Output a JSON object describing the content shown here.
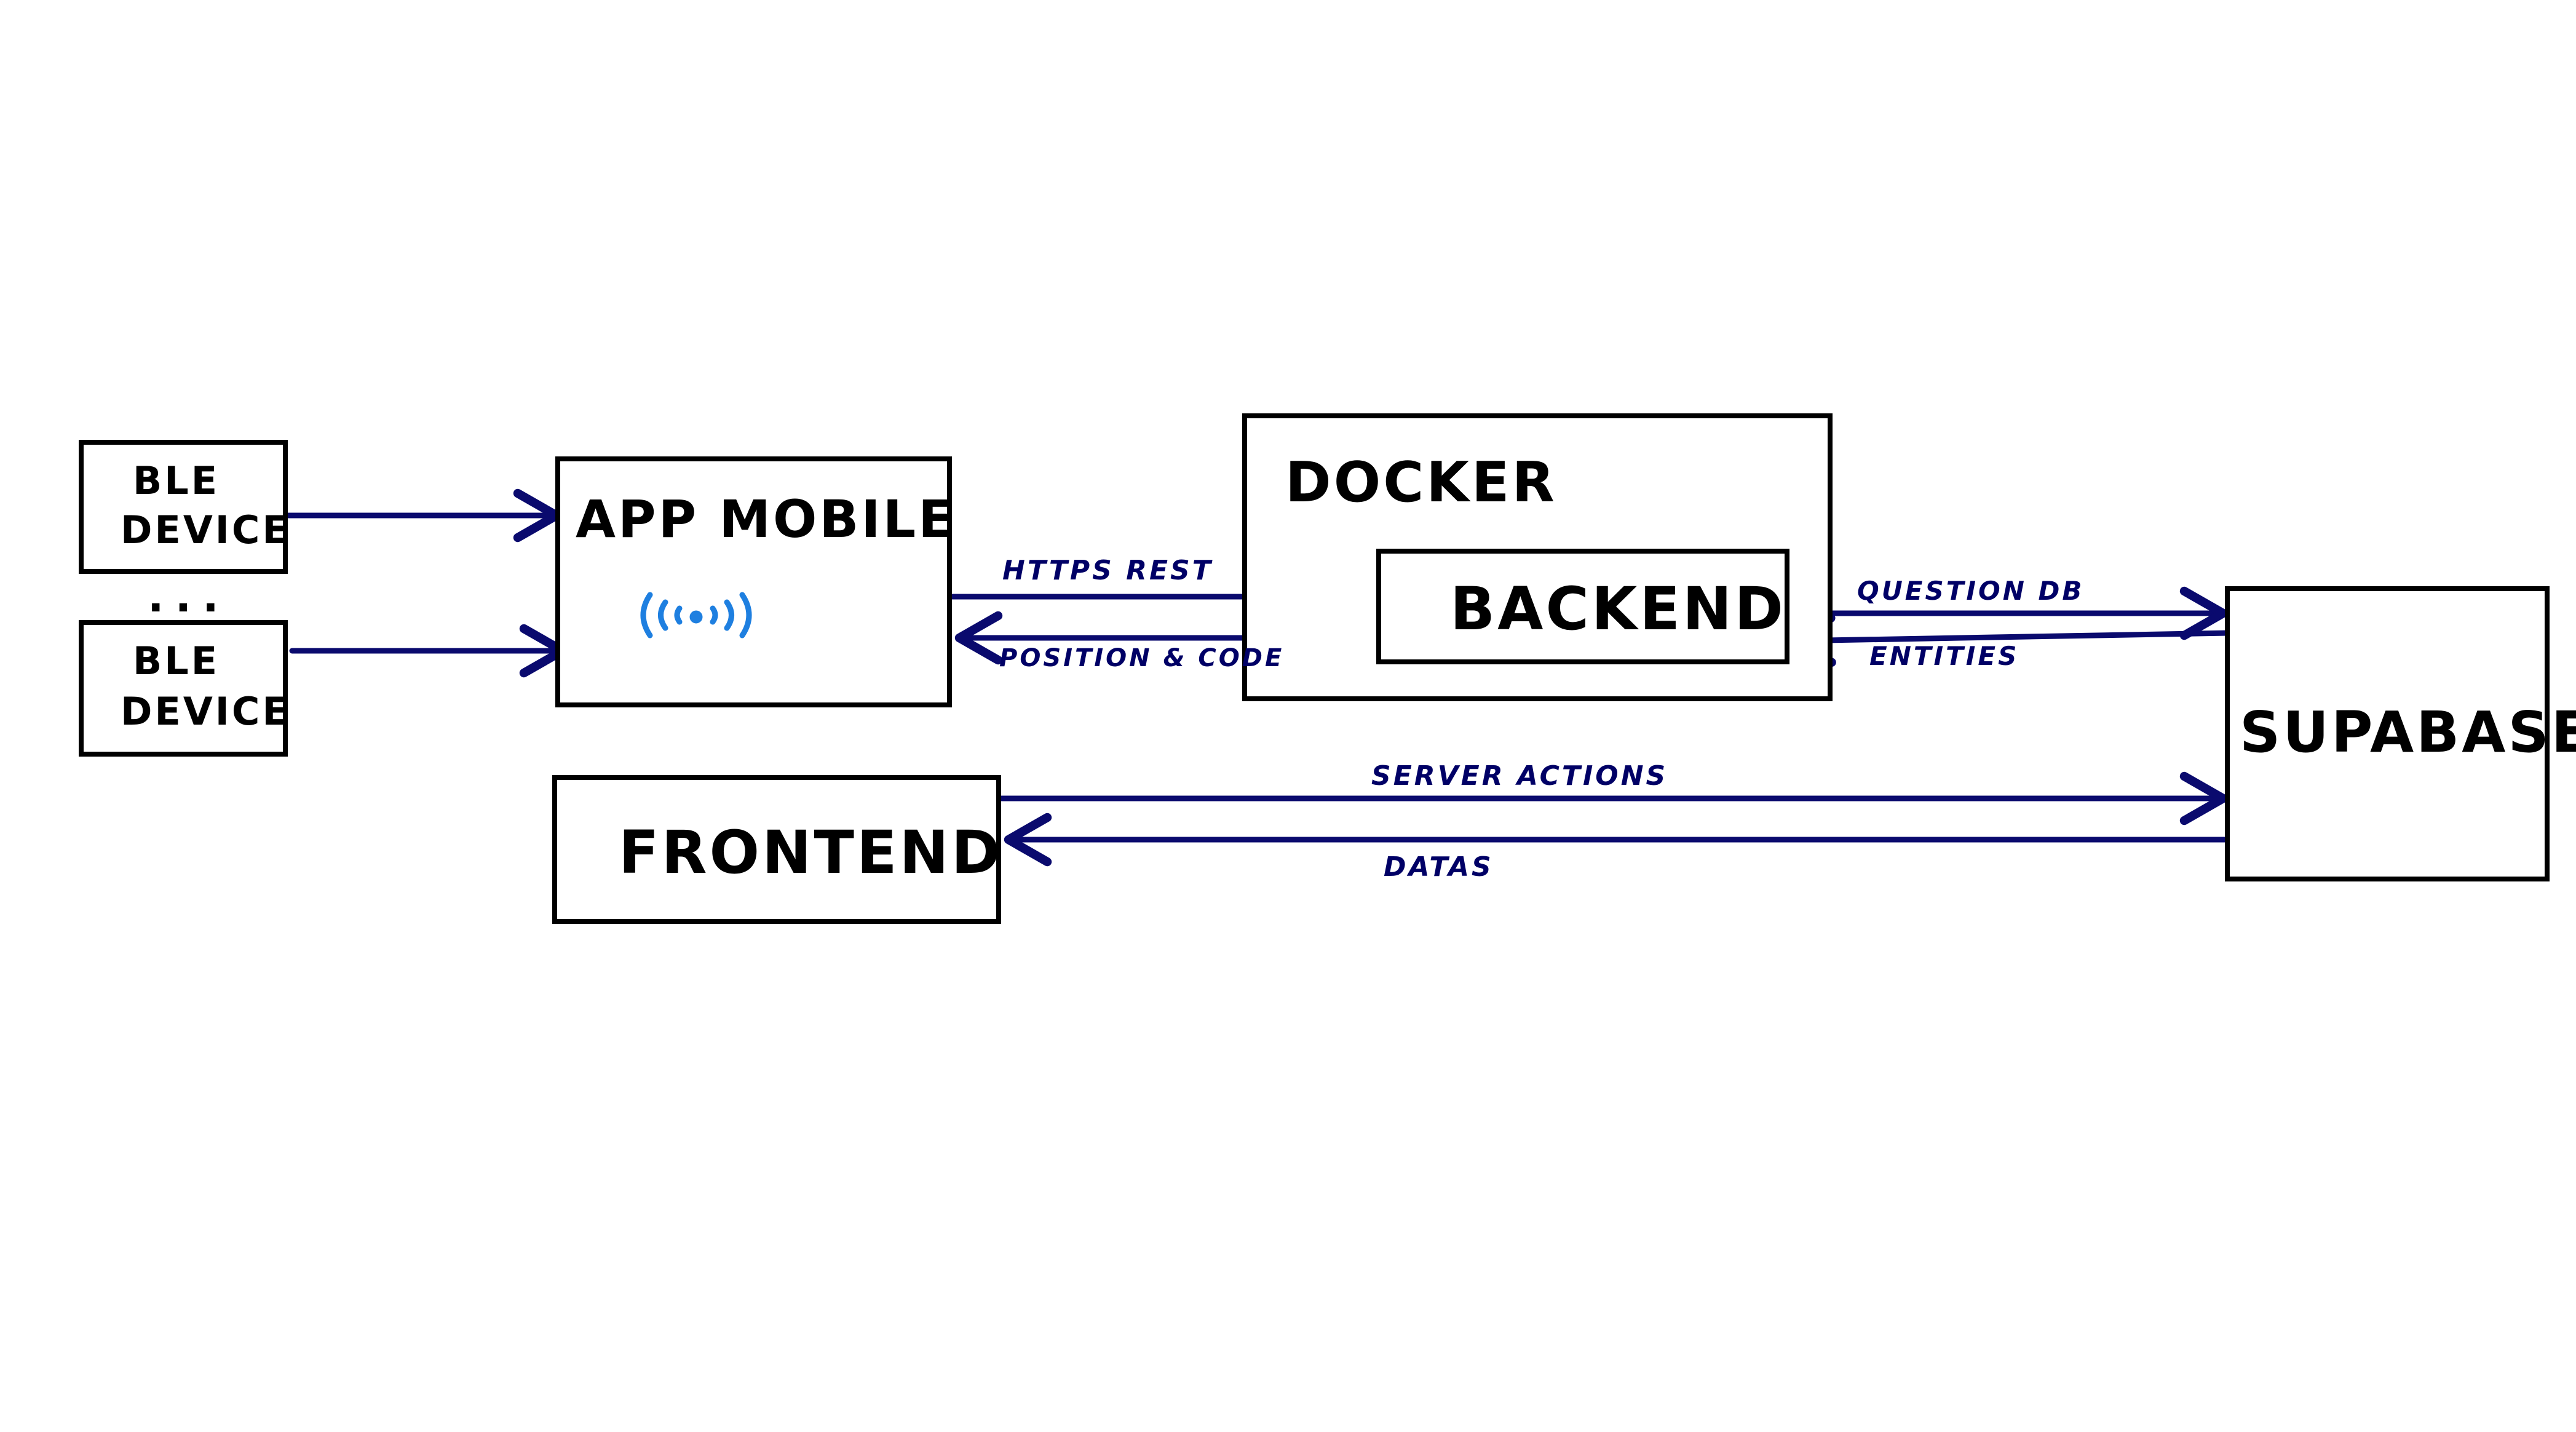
{
  "nodes": {
    "ble_device_1": {
      "line1": "BLE",
      "line2": "DEVICE"
    },
    "ellipsis": "...",
    "ble_device_2": {
      "line1": "BLE",
      "line2": "DEVICE"
    },
    "app_mobile": {
      "label": "APP MOBILE",
      "icon": "wireless-signal-icon"
    },
    "docker": {
      "label": "DOCKER"
    },
    "backend": {
      "label": "BACKEND"
    },
    "supabase": {
      "label": "SUPABASE"
    },
    "frontend": {
      "label": "FRONTEND"
    }
  },
  "edges": {
    "https_rest": "HTTPS REST",
    "position_code": "POSITION & CODE",
    "question_db": "QUESTION DB",
    "entities": "ENTITIES",
    "server_actions": "SERVER ACTIONS",
    "datas": "DATAS"
  },
  "colors": {
    "arrow": "#0a0a6e",
    "box_border": "#000000",
    "icon": "#1e7fe0",
    "edge_label": "#000066"
  }
}
